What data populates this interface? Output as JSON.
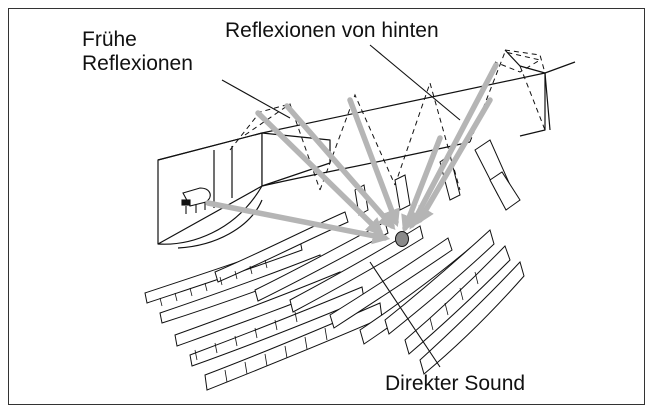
{
  "labels": {
    "early_line1": "Frühe",
    "early_line2": "Reflexionen",
    "rear": "Reflexionen von hinten",
    "direct": "Direkter Sound"
  },
  "colors": {
    "line": "#111111",
    "arrow": "#b5b5b5",
    "listener": "#8a8a8a",
    "frame": "#333333"
  }
}
